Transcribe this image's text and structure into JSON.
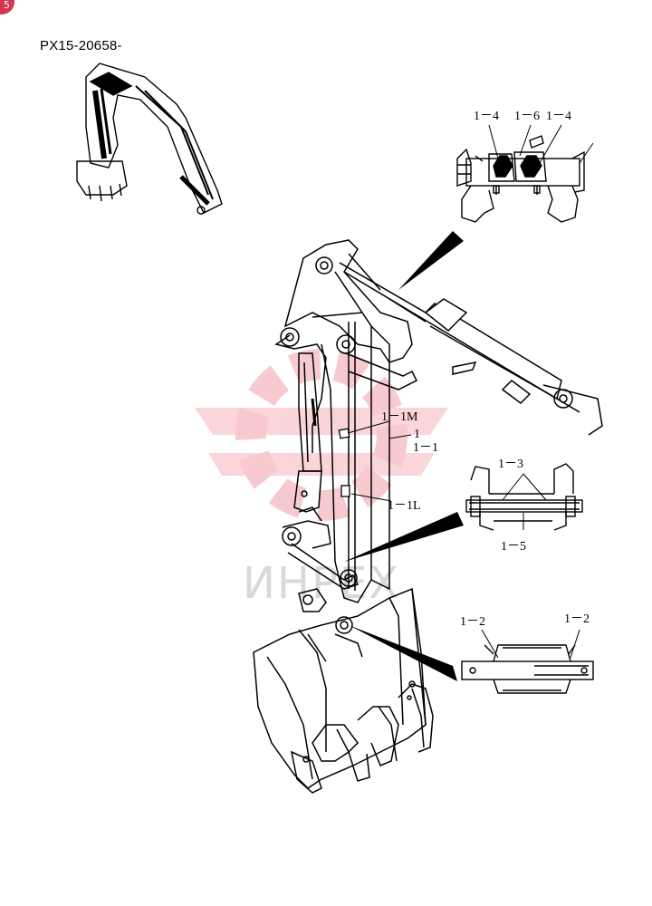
{
  "page": {
    "corner_badge": "5",
    "part_number": "PX15-20658-",
    "watermark_text": "ИНРЕХ"
  },
  "callouts": {
    "top_detail_a": "1－4",
    "top_detail_b": "1－6",
    "top_detail_c": "1－4",
    "arm_label_m": "1－1M",
    "arm_label_1": "1",
    "arm_label_11": "1－1",
    "arm_label_l": "1－1L",
    "mid_detail_top": "1－3",
    "mid_detail_bottom": "1－5",
    "bottom_detail_left": "1－2",
    "bottom_detail_right": "1－2"
  },
  "colors": {
    "line": "#000000",
    "badge": "#d8344c",
    "watermark": "#f2a0a8"
  }
}
